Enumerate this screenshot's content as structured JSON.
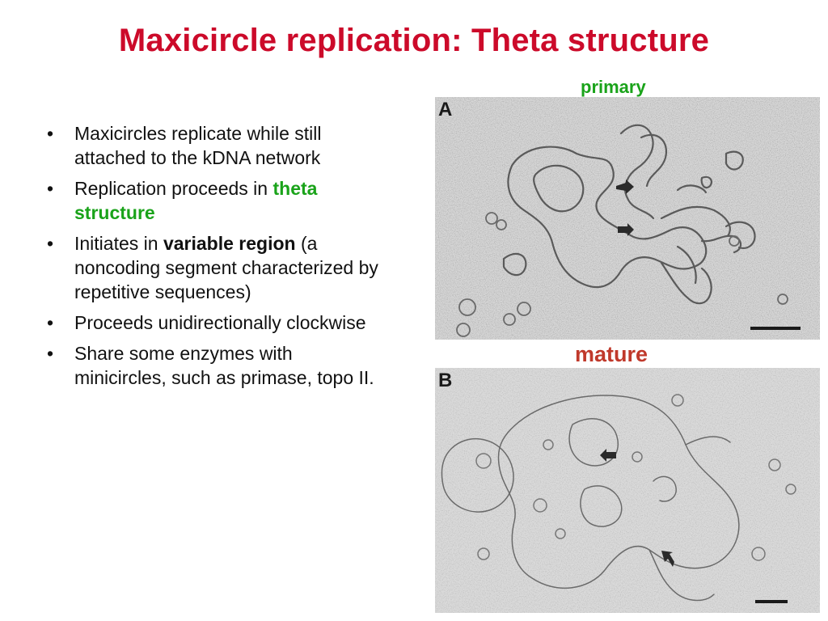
{
  "slide": {
    "title": "Maxicircle replication: Theta structure",
    "bullets": [
      {
        "parts": [
          {
            "text": "Maxicircles replicate while still attached to the kDNA network",
            "style": "normal"
          }
        ]
      },
      {
        "parts": [
          {
            "text": "Replication proceeds in ",
            "style": "normal"
          },
          {
            "text": "theta structure",
            "style": "green"
          }
        ]
      },
      {
        "parts": [
          {
            "text": "Initiates in ",
            "style": "normal"
          },
          {
            "text": "variable region",
            "style": "bold"
          },
          {
            "text": " (a noncoding segment characterized by repetitive sequences)",
            "style": "normal"
          }
        ]
      },
      {
        "parts": [
          {
            "text": "Proceeds unidirectionally clockwise",
            "style": "normal"
          }
        ]
      },
      {
        "parts": [
          {
            "text": "Share some enzymes with minicircles, such as primase, topo II.",
            "style": "normal"
          }
        ]
      }
    ],
    "bullet_marker": "•",
    "figure": {
      "label_primary": "primary",
      "label_mature": "mature",
      "panel_a_letter": "A",
      "panel_b_letter": "B"
    },
    "colors": {
      "title": "#cc0a2a",
      "green": "#1aa31a",
      "mature_label": "#c0392b"
    }
  }
}
